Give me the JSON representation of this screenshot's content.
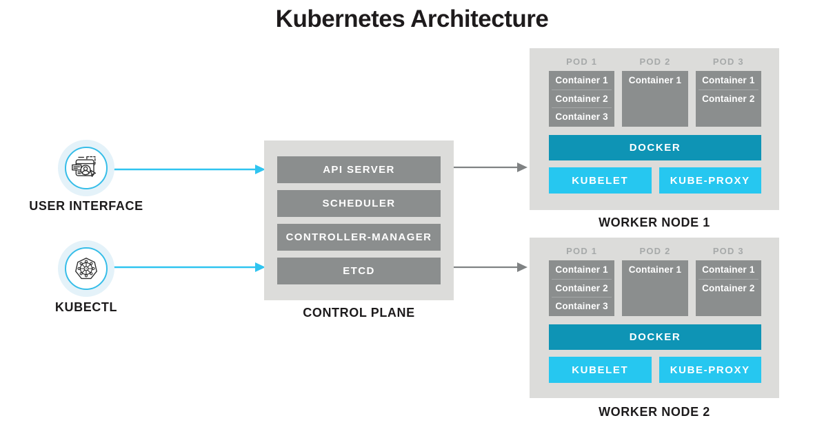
{
  "title": "Kubernetes Architecture",
  "clients": [
    {
      "label": "USER INTERFACE",
      "icon": "browser-user-icon"
    },
    {
      "label": "KUBECTL",
      "icon": "kubernetes-wheel-icon"
    }
  ],
  "control_plane": {
    "label": "CONTROL PLANE",
    "components": [
      "API SERVER",
      "SCHEDULER",
      "CONTROLLER-MANAGER",
      "ETCD"
    ]
  },
  "worker_nodes": [
    {
      "label": "WORKER NODE 1",
      "pods": [
        {
          "name": "POD 1",
          "containers": [
            "Container 1",
            "Container 2",
            "Container 3"
          ]
        },
        {
          "name": "POD 2",
          "containers": [
            "Container 1"
          ]
        },
        {
          "name": "POD 3",
          "containers": [
            "Container 1",
            "Container 2"
          ]
        }
      ],
      "container_runtime": "DOCKER",
      "node_services": [
        "KUBELET",
        "KUBE-PROXY"
      ]
    },
    {
      "label": "WORKER NODE 2",
      "pods": [
        {
          "name": "POD 1",
          "containers": [
            "Container 1",
            "Container 2",
            "Container 3"
          ]
        },
        {
          "name": "POD 2",
          "containers": [
            "Container 1"
          ]
        },
        {
          "name": "POD 3",
          "containers": [
            "Container 1",
            "Container 2"
          ]
        }
      ],
      "container_runtime": "DOCKER",
      "node_services": [
        "KUBELET",
        "KUBE-PROXY"
      ]
    }
  ],
  "colors": {
    "node_background": "#dcdcda",
    "component_gray": "#8b8e8e",
    "pod_label_gray": "#a6a9a9",
    "docker_teal": "#0e94b5",
    "service_cyan": "#26c7f0",
    "arrow_cyan": "#2fc4f0",
    "arrow_gray": "#7f8283",
    "icon_ring_cyan": "#35bde8",
    "icon_halo": "#e4f2f9",
    "text_dark": "#1d1b1c"
  }
}
